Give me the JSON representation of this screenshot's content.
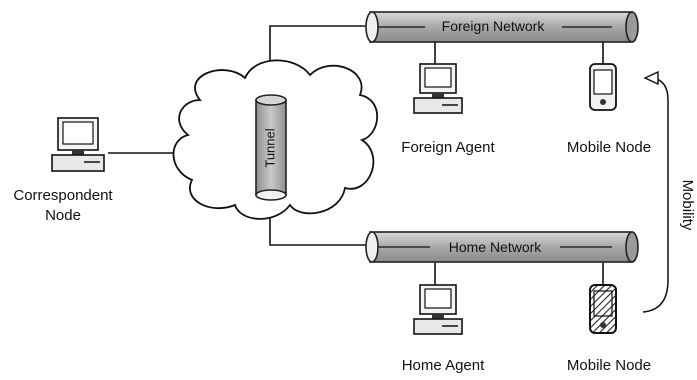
{
  "labels": {
    "foreign_network": "Foreign Network",
    "home_network": "Home Network",
    "tunnel": "Tunnel",
    "correspondent_node_line1": "Correspondent",
    "correspondent_node_line2": "Node",
    "foreign_agent": "Foreign Agent",
    "mobile_node_foreign": "Mobile Node",
    "home_agent": "Home Agent",
    "mobile_node_home": "Mobile Node",
    "mobility": "Mobility"
  },
  "icons": [
    "computer-icon",
    "pda-icon",
    "cloud-icon",
    "arrow-icon"
  ],
  "colors": {
    "pipe_fill": "#b5b5b5",
    "pipe_stroke": "#222222",
    "line": "#111111",
    "cloud_fill": "#ffffff"
  }
}
